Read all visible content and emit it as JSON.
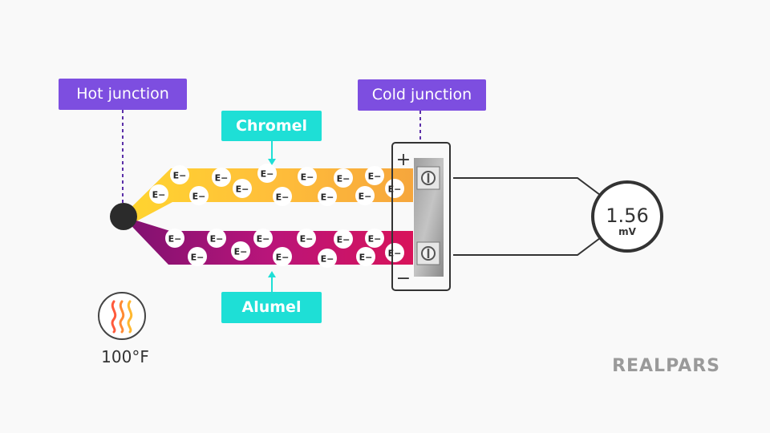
{
  "labels": {
    "hot_junction": "Hot junction",
    "cold_junction": "Cold junction",
    "chromel": "Chromel",
    "alumel": "Alumel"
  },
  "electron_label": "E−",
  "terminals": {
    "positive": "+",
    "negative": "−"
  },
  "meter": {
    "value": "1.56",
    "unit": "mV"
  },
  "temperature": "100°F",
  "brand": "REALPARS",
  "colors": {
    "label_purple": "#7d4ee0",
    "label_cyan": "#1edfd6",
    "chromel_gradient": [
      "#ffd32e",
      "#ffb347",
      "#f5a33a"
    ],
    "alumel_gradient": [
      "#8b0f6e",
      "#c8127a",
      "#d6124f"
    ],
    "junction": "#2b2b2b",
    "terminal_block": "#8e8e8e",
    "brand_gray": "#9a9a9a"
  },
  "icons": [
    "heat-waves-icon",
    "screw-terminal-icon"
  ]
}
